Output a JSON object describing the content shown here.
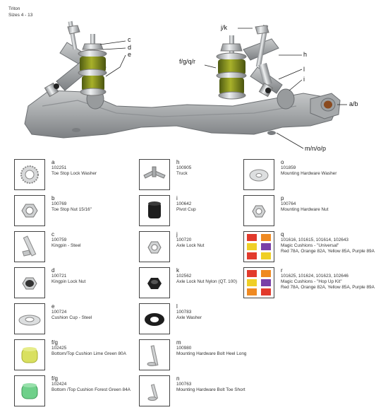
{
  "header": {
    "title": "Triton",
    "subtitle": "Sizes 4 - 13"
  },
  "callouts": [
    {
      "id": "c",
      "text": "c"
    },
    {
      "id": "d",
      "text": "d"
    },
    {
      "id": "e",
      "text": "e"
    },
    {
      "id": "jk",
      "text": "j/k"
    },
    {
      "id": "fgqr",
      "text": "f/g/q/r"
    },
    {
      "id": "h",
      "text": "h"
    },
    {
      "id": "l",
      "text": "l"
    },
    {
      "id": "i",
      "text": "i"
    },
    {
      "id": "ab",
      "text": "a/b"
    },
    {
      "id": "mnop",
      "text": "m/n/o/p"
    }
  ],
  "parts": [
    {
      "letter": "a",
      "number": "102251",
      "desc": "Toe Stop Lock Washer",
      "icon": "lock-washer-icon"
    },
    {
      "letter": "b",
      "number": "100769",
      "desc": "Toe Stop Nut 15/16\"",
      "icon": "hex-nut-icon"
    },
    {
      "letter": "c",
      "number": "100759",
      "desc": "Kingpin - Steel",
      "icon": "kingpin-icon"
    },
    {
      "letter": "d",
      "number": "100721",
      "desc": "Kingpin Lock Nut",
      "icon": "lock-nut-icon"
    },
    {
      "letter": "e",
      "number": "100724",
      "desc": "Cushion Cup - Steel",
      "icon": "cushion-cup-icon"
    },
    {
      "letter": "f/g",
      "number": "102425",
      "desc": "Bottom/Top Cushion Lime Green 80A",
      "icon": "lime-cushion-icon",
      "color": "#d9e060"
    },
    {
      "letter": "f/g",
      "number": "102424",
      "desc": "Bottom /Top Cushion Forest Green 84A",
      "icon": "green-cushion-icon",
      "color": "#6fd08a"
    },
    {
      "letter": "h",
      "number": "100905",
      "desc": "Truck",
      "icon": "truck-icon"
    },
    {
      "letter": "i",
      "number": "100642",
      "desc": "Pivot Cup",
      "icon": "pivot-cup-icon"
    },
    {
      "letter": "j",
      "number": "100720",
      "desc": "Axle Lock Nut",
      "icon": "axle-lock-nut-icon"
    },
    {
      "letter": "k",
      "number": "102562",
      "desc": "Axle Lock Nut Nylon (QT. 100)",
      "icon": "nylon-lock-nut-icon"
    },
    {
      "letter": "l",
      "number": "100783",
      "desc": "Axle Washer",
      "icon": "axle-washer-icon"
    },
    {
      "letter": "m",
      "number": "100980",
      "desc": "Mounting Hardware Bolt Heel Long",
      "icon": "long-bolt-icon"
    },
    {
      "letter": "n",
      "number": "100763",
      "desc": "Mounting Hardware Bolt Toe Short",
      "icon": "short-bolt-icon"
    },
    {
      "letter": "o",
      "number": "101859",
      "desc": "Mounting Hardware  Washer",
      "icon": "mounting-washer-icon"
    },
    {
      "letter": "p",
      "number": "100764",
      "desc": "Mounting Hardware Nut",
      "icon": "mounting-nut-icon"
    },
    {
      "letter": "q",
      "number": "101616, 101615, 101614, 102643",
      "desc": "Magic Cushions - \"Universal\"",
      "desc2": "Red 78A, Orange 82A, Yellow 85A, Purple 89A",
      "icon": "magic-cushions-universal-icon"
    },
    {
      "letter": "r",
      "number": "101625, 101624, 101623, 102646",
      "desc": "Magic Cushions - \"Hop Up Kit\"",
      "desc2": "Red 78A, Orange 82A, Yellow 85A, Purple 89A",
      "icon": "magic-cushions-hopup-icon"
    }
  ]
}
